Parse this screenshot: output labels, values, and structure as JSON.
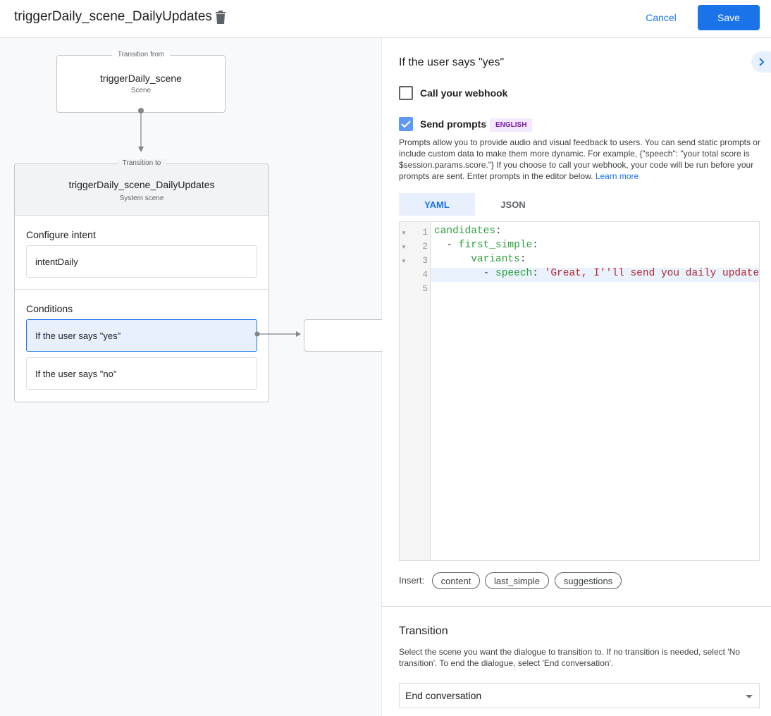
{
  "header": {
    "title": "triggerDaily_scene_DailyUpdates",
    "delete_icon": "trash-icon",
    "cancel": "Cancel",
    "save": "Save"
  },
  "canvas": {
    "from_node": {
      "legend": "Transition from",
      "title": "triggerDaily_scene",
      "subtitle": "Scene"
    },
    "to_node": {
      "legend": "Transition to",
      "title": "triggerDaily_scene_DailyUpdates",
      "subtitle": "System scene",
      "configure_intent_label": "Configure intent",
      "intent": "intentDaily",
      "conditions_label": "Conditions",
      "conditions": [
        "If the user says \"yes\"",
        "If the user says \"no\""
      ]
    }
  },
  "panel": {
    "title": "If the user says \"yes\"",
    "webhook": {
      "label": "Call your webhook",
      "checked": false
    },
    "prompts": {
      "label": "Send prompts",
      "checked": true,
      "badge": "ENGLISH",
      "description": "Prompts allow you to provide audio and visual feedback to users. You can send static prompts or include custom data to make them more dynamic. For example, {\"speech\": \"your total score is $session.params.score.\"} If you choose to call your webhook, your code will be run before your prompts are sent. Enter prompts in the editor below.",
      "learn_more": "Learn more"
    },
    "tabs": [
      {
        "label": "YAML",
        "active": true
      },
      {
        "label": "JSON",
        "active": false
      }
    ],
    "editor": {
      "line_numbers": [
        "1",
        "2",
        "3",
        "4",
        "5"
      ],
      "lines": [
        {
          "indent": "",
          "dash": "",
          "key": "candidates",
          "sep": ":",
          "value": ""
        },
        {
          "indent": "  ",
          "dash": "- ",
          "key": "first_simple",
          "sep": ":",
          "value": ""
        },
        {
          "indent": "      ",
          "dash": "",
          "key": "variants",
          "sep": ":",
          "value": ""
        },
        {
          "indent": "        ",
          "dash": "- ",
          "key": "speech",
          "sep": ": ",
          "value": "'Great, I''ll send you daily updates."
        },
        {
          "indent": "",
          "dash": "",
          "key": "",
          "sep": "",
          "value": ""
        }
      ]
    },
    "insert": {
      "label": "Insert:",
      "chips": [
        "content",
        "last_simple",
        "suggestions"
      ]
    },
    "transition": {
      "title": "Transition",
      "description": "Select the scene you want the dialogue to transition to. If no transition is needed, select 'No transition'. To end the dialogue, select 'End conversation'.",
      "selected": "End conversation"
    },
    "colors": {
      "accent": "#1a73e8",
      "badge_bg": "#f3e8fd",
      "badge_text": "#7b1fa2",
      "yaml_key": "#2e9e3e",
      "yaml_string": "#b0282f"
    }
  }
}
